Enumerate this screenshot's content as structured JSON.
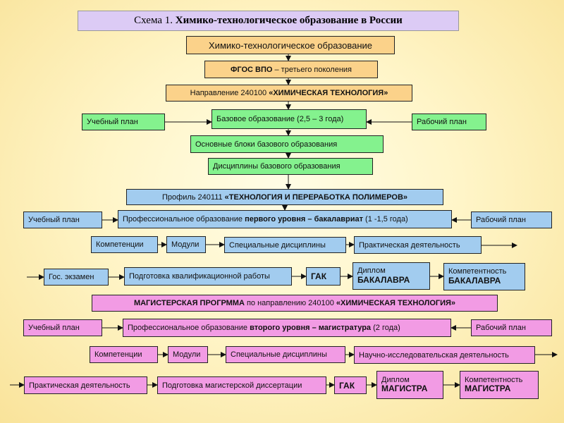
{
  "title": {
    "prefix": "Схема 1.",
    "main": "Химико-технологическое образование в России"
  },
  "root": "Химико-технологическое образование",
  "fgos": {
    "bold": "ФГОС ВПО",
    "rest": " – третьего поколения"
  },
  "direction": {
    "text": "Направление 240100 ",
    "bold": "«ХИМИЧЕСКАЯ ТЕХНОЛОГИЯ»"
  },
  "base": {
    "uchebny_plan": "Учебный план",
    "rabochy_plan": "Рабочий план",
    "education": "Базовое образование (2,5 – 3 года)",
    "blocks": "Основные блоки базового образования",
    "disciplines": "Дисциплины базового образования"
  },
  "profile": {
    "text": "Профиль 240111 ",
    "bold": "«ТЕХНОЛОГИЯ И ПЕРЕРАБОТКА ПОЛИМЕРОВ»"
  },
  "bachelor": {
    "uchebny_plan": "Учебный план",
    "rabochy_plan": "Рабочий план",
    "prof_pre": "Профессиональное образование ",
    "prof_bold": "первого уровня – бакалавриат",
    "prof_post": " (1 -1,5 года)",
    "competencies": "Компетенции",
    "modules": "Модули",
    "special": "Специальные дисциплины",
    "practice": "Практическая деятельность",
    "exam": "Гос. экзамен",
    "qualification": "Подготовка квалификационной работы",
    "gak": "ГАК",
    "diploma_l1": "Диплом",
    "diploma_l2": "БАКАЛАВРА",
    "competence_l1": "Компетентность",
    "competence_l2": "БАКАЛАВРА"
  },
  "master_header": {
    "bold": "МАГИСТЕРСКАЯ ПРОГРММА",
    "text": " по направлению 240100 ",
    "bold2": "«ХИМИЧЕСКАЯ ТЕХНОЛОГИЯ»"
  },
  "master": {
    "uchebny_plan": "Учебный план",
    "rabochy_plan": "Рабочий план",
    "prof_pre": "Профессиональное образование ",
    "prof_bold": "второго уровня – магистратура",
    "prof_post": " (2 года)",
    "competencies": "Компетенции",
    "modules": "Модули",
    "special": "Специальные дисциплины",
    "research": "Научно-исследовательская деятельность",
    "practice": "Практическая деятельность",
    "dissertation": "Подготовка магистерской диссертации",
    "gak": "ГАК",
    "diploma_l1": "Диплом",
    "diploma_l2": "МАГИСТРА",
    "competence_l1": "Компетентность",
    "competence_l2": "МАГИСТРА"
  },
  "colors": {
    "orange": "#fbd28a",
    "green": "#84f28e",
    "blue": "#a2ccef",
    "pink": "#f29be4",
    "title_bg": "#dccbf5"
  }
}
